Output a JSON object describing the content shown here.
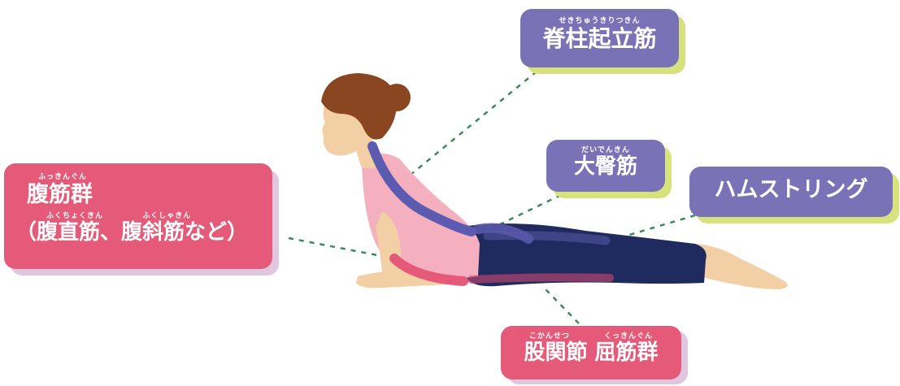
{
  "labels": {
    "erector": {
      "ruby": "せきちゅうきりつきん",
      "main": "脊柱起立筋"
    },
    "gluteus": {
      "ruby": "だいでんきん",
      "main": "大臀筋"
    },
    "hamstring": {
      "main": "ハムストリング"
    },
    "abdominal": {
      "ruby1": "ふっきんぐん",
      "main1": "腹筋群",
      "ruby2a": "ふくちょくきん",
      "ruby2b": "ふくしゃきん",
      "main2": "（腹直筋、腹斜筋など）"
    },
    "hip": {
      "ruby_a": "こかんせつ",
      "ruby_b": "くっきんぐん",
      "main": "股関節 屈筋群"
    }
  },
  "colors": {
    "purple": "#7a72b6",
    "lime_shadow": "#d8e27d",
    "pink": "#e45a78",
    "lavender_shadow": "#e0c7e0",
    "leader": "#3a8a5a"
  }
}
